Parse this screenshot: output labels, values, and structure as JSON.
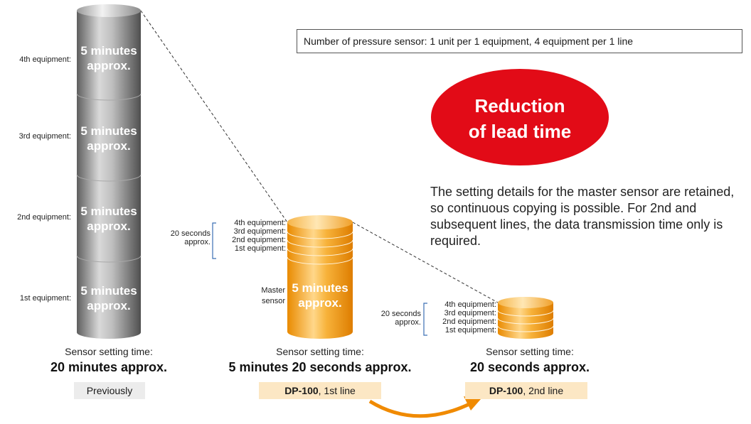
{
  "note": "Number of pressure sensor: 1 unit per 1 equipment, 4 equipment per 1 line",
  "badge": {
    "line1": "Reduction",
    "line2": "of lead time",
    "color": "#e20b17"
  },
  "description": "The setting details for the master sensor are retained, so continuous copying is possible. For 2nd and subsequent lines, the data transmission time only is required.",
  "left_column": {
    "labels": [
      "4th equipment:",
      "3rd equipment:",
      "2nd equipment:",
      "1st equipment:"
    ],
    "segment_text_line1": "5 minutes",
    "segment_text_line2": "approx.",
    "caption": "Sensor setting time:",
    "time": "20 minutes approx.",
    "tag": "Previously",
    "color": "#8c8c8c"
  },
  "middle_column": {
    "labels": [
      "4th equipment:",
      "3rd equipment:",
      "2nd equipment:",
      "1st equipment:"
    ],
    "bracket_line1": "20 seconds",
    "bracket_line2": "approx.",
    "master_line1": "Master",
    "master_line2": "sensor",
    "master_text_line1": "5 minutes",
    "master_text_line2": "approx.",
    "caption": "Sensor setting time:",
    "time": "5 minutes 20 seconds approx.",
    "tag_bold": "DP-100",
    "tag_rest": ", 1st line",
    "color": "#f4a21e"
  },
  "right_column": {
    "labels": [
      "4th equipment:",
      "3rd equipment:",
      "2nd equipment:",
      "1st equipment:"
    ],
    "bracket_line1": "20 seconds",
    "bracket_line2": "approx.",
    "caption": "Sensor setting time:",
    "time": "20 seconds approx.",
    "tag_bold": "DP-100",
    "tag_rest": ", 2nd line",
    "color": "#f4a21e"
  },
  "tag_bg": "#fce7c4",
  "prev_tag_bg": "#ececec",
  "arrow_color": "#f08a00"
}
